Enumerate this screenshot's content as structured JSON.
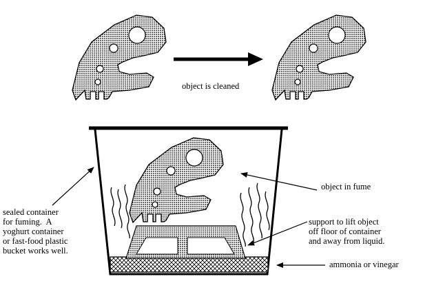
{
  "labels": {
    "cleaned": "object is cleaned",
    "in_fume": "object in fume",
    "container": "sealed container\nfor fuming.  A\nyoghurt container\nor fast-food plastic\nbucket works well.",
    "support": "support to lift object\noff floor of container\nand away from liquid.",
    "liquid": "ammonia or vinegar"
  },
  "colors": {
    "object_fill": "#8a8a8a",
    "line": "#000000",
    "background": "#ffffff"
  }
}
